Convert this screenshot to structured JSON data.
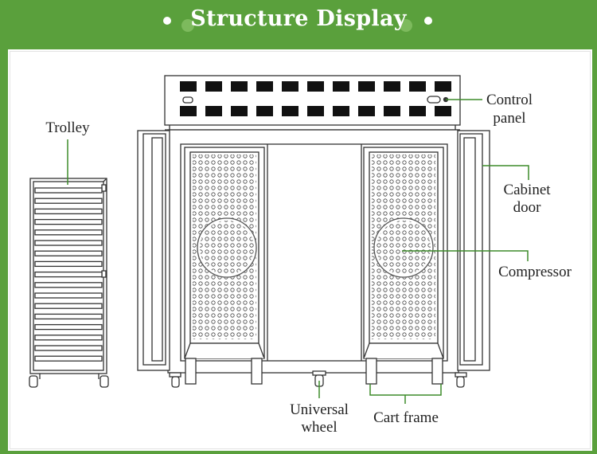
{
  "title": "Structure Display",
  "labels": {
    "trolley": "Trolley",
    "control_panel": [
      "Control",
      "panel"
    ],
    "cabinet_door": [
      "Cabinet",
      "door"
    ],
    "compressor": "Compressor",
    "universal_wheel": [
      "Universal",
      "wheel"
    ],
    "cart_frame": "Cart frame"
  },
  "colors": {
    "background": "#5aa03c",
    "leader_line": "#3d8c2a",
    "line_art": "#333333"
  }
}
